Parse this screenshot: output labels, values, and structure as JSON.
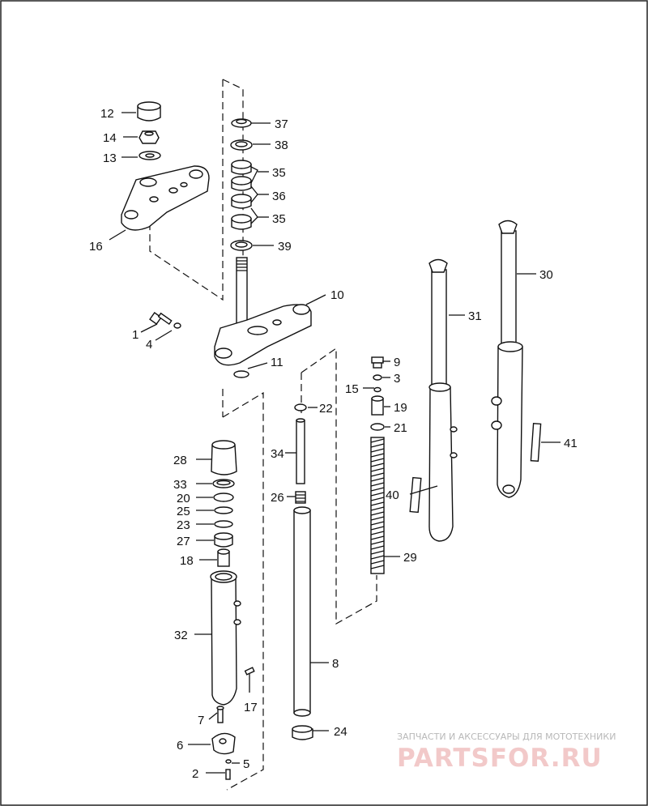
{
  "labels": {
    "p1": "1",
    "p2": "2",
    "p3": "3",
    "p4": "4",
    "p5": "5",
    "p6": "6",
    "p7": "7",
    "p8": "8",
    "p9": "9",
    "p10": "10",
    "p11": "11",
    "p12": "12",
    "p13": "13",
    "p14": "14",
    "p15": "15",
    "p16": "16",
    "p17": "17",
    "p18": "18",
    "p19": "19",
    "p20": "20",
    "p21": "21",
    "p22": "22",
    "p23": "23",
    "p24": "24",
    "p25": "25",
    "p26": "26",
    "p27": "27",
    "p28": "28",
    "p29": "29",
    "p30": "30",
    "p31": "31",
    "p32": "32",
    "p33": "33",
    "p34": "34",
    "p35a": "35",
    "p35b": "35",
    "p36": "36",
    "p37": "37",
    "p38": "38",
    "p39": "39",
    "p40": "40",
    "p41": "41"
  },
  "watermark": {
    "caption": "ЗАПЧАСТИ И АКСЕССУАРЫ ДЛЯ МОТОТЕХНИКИ",
    "brand": "PARTSFOR.RU"
  }
}
